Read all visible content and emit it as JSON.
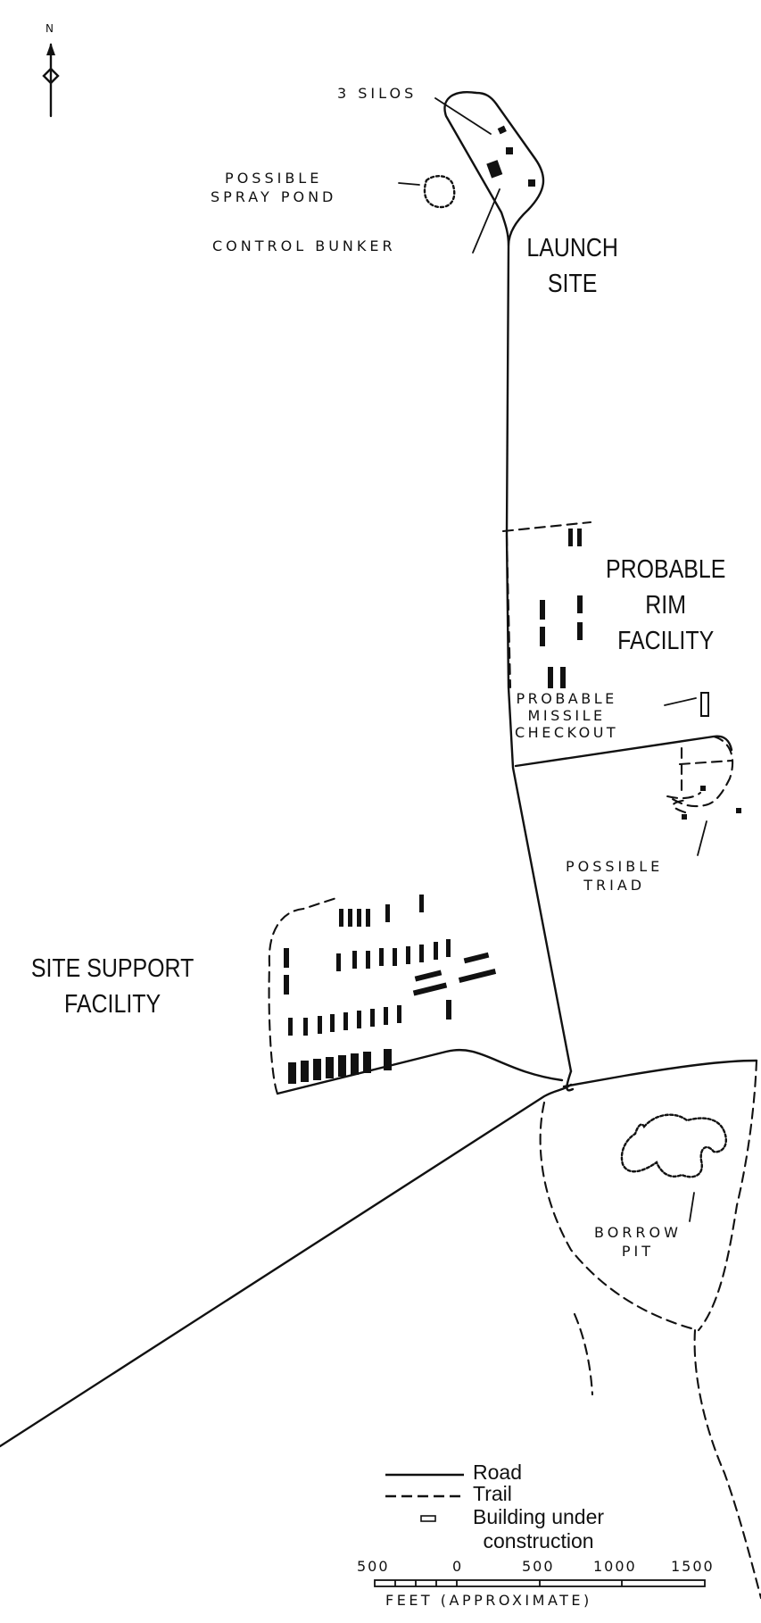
{
  "north": {
    "label": "N"
  },
  "labels": {
    "silos": "3 SILOS",
    "spray_pond": "POSSIBLE\nSPRAY POND",
    "control_bunker": "CONTROL BUNKER",
    "launch_site": "LAUNCH\nSITE",
    "rim_facility": "PROBABLE\nRIM\nFACILITY",
    "missile_checkout": "PROBABLE\nMISSILE\nCHECKOUT",
    "triad": "POSSIBLE\nTRIAD",
    "site_support": "SITE SUPPORT\nFACILITY",
    "borrow_pit": "BORROW\nPIT"
  },
  "legend": {
    "road": "Road",
    "trail": "Trail",
    "building": "Building under\nconstruction"
  },
  "scale": {
    "ticks": [
      "500",
      "0",
      "500",
      "1000",
      "1500"
    ],
    "units": "FEET (APPROXIMATE)"
  },
  "colors": {
    "ink": "#111111",
    "paper": "#ffffff"
  }
}
